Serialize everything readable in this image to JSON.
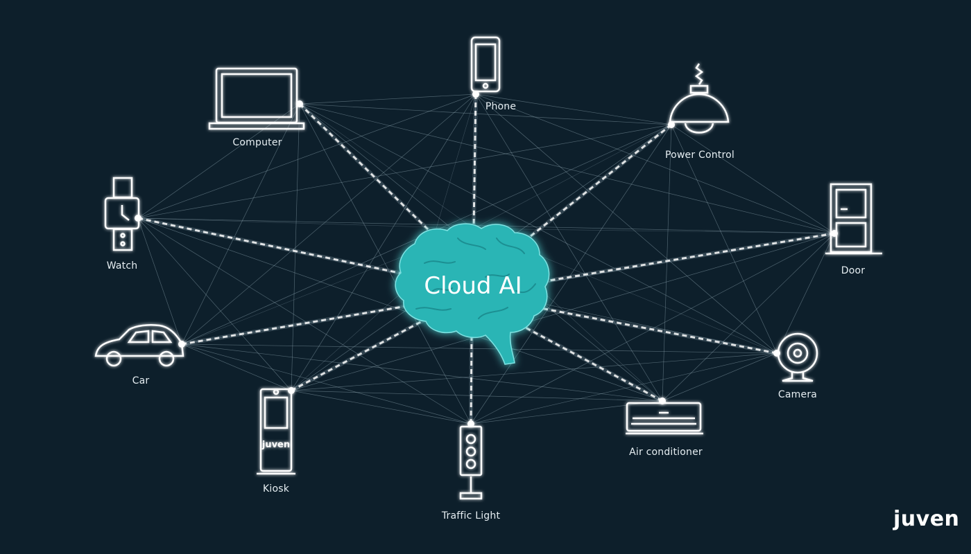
{
  "center": {
    "label": "Cloud AI"
  },
  "devices": {
    "phone": {
      "label": "Phone"
    },
    "computer": {
      "label": "Computer"
    },
    "power_control": {
      "label": "Power Control"
    },
    "watch": {
      "label": "Watch"
    },
    "door": {
      "label": "Door"
    },
    "car": {
      "label": "Car"
    },
    "camera": {
      "label": "Camera"
    },
    "kiosk": {
      "label": "Kiosk",
      "screen_text": "juven"
    },
    "air_conditioner": {
      "label": "Air conditioner"
    },
    "traffic_light": {
      "label": "Traffic Light"
    }
  },
  "brand": {
    "logo_text": "juven"
  },
  "colors": {
    "background": "#0d1f2b",
    "brain": "#2bb5b5",
    "line": "#9fb7c3",
    "icon_stroke": "#ffffff"
  }
}
